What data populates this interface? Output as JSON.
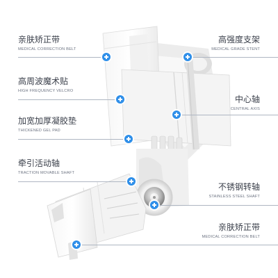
{
  "callouts": {
    "skin_belt_top": {
      "zh": "亲肤矫正带",
      "en": "MEDICAL CORRECTION BELT"
    },
    "velcro": {
      "zh": "高周波魔术贴",
      "en": "HIGH FREQUENCY VELCRO"
    },
    "gel_pad": {
      "zh": "加宽加厚凝胶垫",
      "en": "THICKENED GEL PAD"
    },
    "traction_shaft": {
      "zh": "牵引活动轴",
      "en": "TRACTION MOVABLE SHAFT"
    },
    "stent": {
      "zh": "高强度支架",
      "en": "MEDICAL GRADE STENT"
    },
    "central_axis": {
      "zh": "中心轴",
      "en": "CENTRAL AXIS"
    },
    "steel_shaft": {
      "zh": "不锈钢转轴",
      "en": "STAINLESS STEEL SHAFT"
    },
    "skin_belt_bottom": {
      "zh": "亲肤矫正带",
      "en": "MEDICAL CORRECTION BELT"
    }
  },
  "colors": {
    "marker": "#2f8fe9",
    "text": "#3a3f4a",
    "subtext": "#6b7280"
  },
  "icons": [
    "plus-marker-icon"
  ]
}
